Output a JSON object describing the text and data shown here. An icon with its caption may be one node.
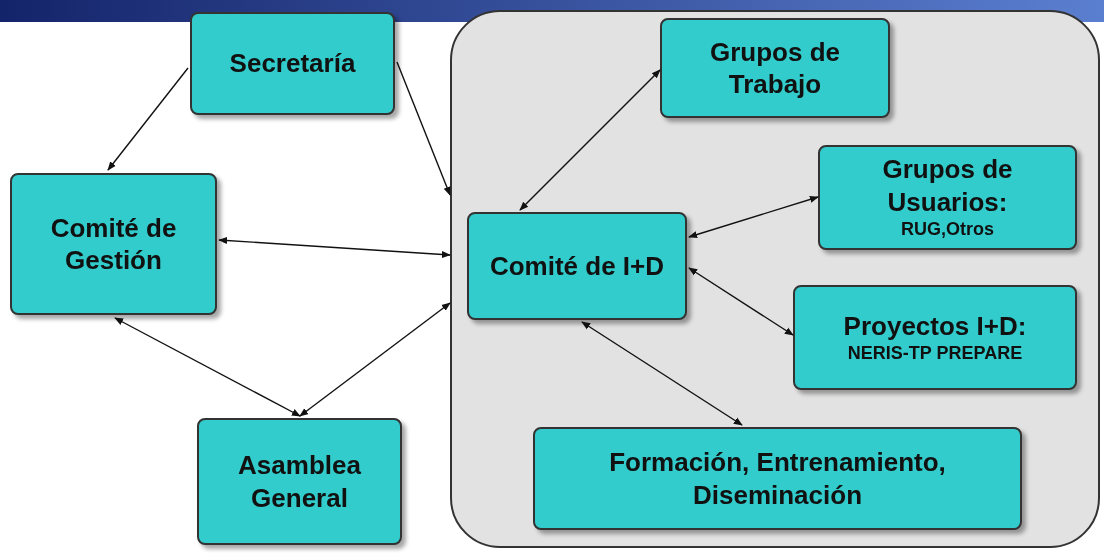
{
  "diagram": {
    "nodes": [
      {
        "text": [
          "Secretaría"
        ]
      },
      {
        "text": [
          "Comité de Gestión"
        ]
      },
      {
        "text": [
          "Asamblea General"
        ]
      },
      {
        "text": [],
        "shape": "box"
      },
      {
        "text": [
          "Grupos de Trabajo"
        ],
        "in": 3
      },
      {
        "text": [
          "Comité de I+D"
        ],
        "in": 3
      },
      {
        "text": [
          "Grupos de Usuarios:",
          "RUG,Otros"
        ],
        "in": 3
      },
      {
        "text": [
          "Proyectos I+D:",
          "NERIS-TP PREPARE"
        ],
        "in": 3
      },
      {
        "text": [
          "Formación, Entrenamiento, Diseminación"
        ],
        "in": 3
      }
    ],
    "edges": [
      {
        "from": 0,
        "to": 1,
        "arrow": "to"
      },
      {
        "from": 0,
        "to": 3,
        "arrow": "to"
      },
      {
        "from": 1,
        "to": 3,
        "arrow": "both"
      },
      {
        "from": 1,
        "to": 2,
        "arrow": "both"
      },
      {
        "from": 2,
        "to": 3,
        "arrow": "both"
      },
      {
        "from": 5,
        "to": 4,
        "arrow": "both"
      },
      {
        "from": 5,
        "to": 6,
        "arrow": "both"
      },
      {
        "from": 5,
        "to": 7,
        "arrow": "both"
      },
      {
        "from": 5,
        "to": 8,
        "arrow": "both"
      }
    ]
  }
}
